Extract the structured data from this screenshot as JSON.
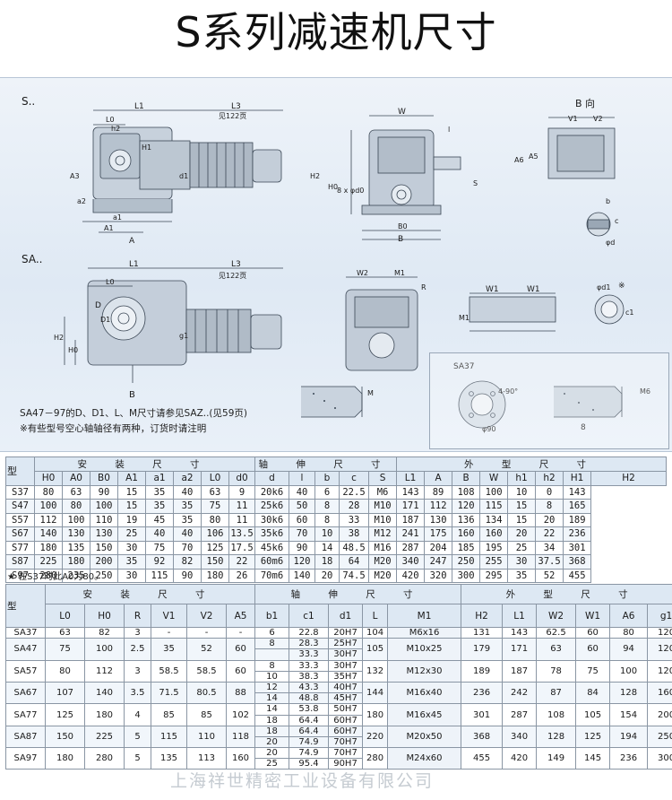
{
  "page": {
    "title": "S系列减速机尺寸",
    "watermark": "上海祥世精密工业设备有限公司"
  },
  "drawing": {
    "labels": {
      "s_series": "S..",
      "sa_series": "SA..",
      "b_view": "B 向",
      "L1": "L1",
      "L3": "L3",
      "see_page": "见122页",
      "L0": "L0",
      "h2": "h2",
      "H1": "H1",
      "A3": "A3",
      "a2": "a2",
      "a1": "a1",
      "A1": "A1",
      "A": "A",
      "d1": "d1",
      "W": "W",
      "l": "l",
      "H0": "H0",
      "H2": "H2",
      "holes": "8 x φd0",
      "S": "S",
      "B0": "B0",
      "B": "B",
      "V1": "V1",
      "V2": "V2",
      "A6": "A6",
      "A5": "A5",
      "b": "b",
      "c": "c",
      "d": "φd",
      "D": "D",
      "D1": "D1",
      "g1": "g1",
      "W2": "W2",
      "M1": "M1",
      "R": "R",
      "W1": "W1",
      "phi_d1": "φd1",
      "c1": "c1",
      "star": "※",
      "sa37": "SA37",
      "angle": "4-90°",
      "phi90": "φ90",
      "M6": "M6",
      "num8": "8",
      "M": "M",
      "B_arrow": "B"
    },
    "notes": [
      "SA47－97的D、D1、L、M尺寸请参见SAZ..(见59页)",
      "※有些型号空心轴轴径有两种，订货时请注明"
    ]
  },
  "table1": {
    "model_label": "型 号",
    "groups": [
      {
        "label": "安 装 尺 寸",
        "span": 7
      },
      {
        "label": "轴 伸 尺 寸",
        "span": 5
      },
      {
        "label": "外 型 尺 寸",
        "span": 7
      }
    ],
    "columns": [
      "H0",
      "A0",
      "B0",
      "A1",
      "a1",
      "a2",
      "L0",
      "d0",
      "d",
      "l",
      "b",
      "c",
      "S",
      "L1",
      "A",
      "B",
      "W",
      "h1",
      "h2",
      "H1",
      "H2"
    ],
    "rows": [
      [
        "S37",
        "80",
        "63",
        "90",
        "15",
        "35",
        "40",
        "63",
        "9",
        "20k6",
        "40",
        "6",
        "22.5",
        "M6",
        "143",
        "89",
        "108",
        "100",
        "10",
        "0",
        "143"
      ],
      [
        "S47",
        "100",
        "80",
        "100",
        "15",
        "35",
        "35",
        "75",
        "11",
        "25k6",
        "50",
        "8",
        "28",
        "M10",
        "171",
        "112",
        "120",
        "115",
        "15",
        "8",
        "165"
      ],
      [
        "S57",
        "112",
        "100",
        "110",
        "19",
        "45",
        "35",
        "80",
        "11",
        "30k6",
        "60",
        "8",
        "33",
        "M10",
        "187",
        "130",
        "136",
        "134",
        "15",
        "20",
        "189"
      ],
      [
        "S67",
        "140",
        "130",
        "130",
        "25",
        "40",
        "40",
        "106",
        "13.5",
        "35k6",
        "70",
        "10",
        "38",
        "M12",
        "241",
        "175",
        "160",
        "160",
        "20",
        "22",
        "236"
      ],
      [
        "S77",
        "180",
        "135",
        "150",
        "30",
        "75",
        "70",
        "125",
        "17.5",
        "45k6",
        "90",
        "14",
        "48.5",
        "M16",
        "287",
        "204",
        "185",
        "195",
        "25",
        "34",
        "301"
      ],
      [
        "S87",
        "225",
        "180",
        "200",
        "35",
        "92",
        "82",
        "150",
        "22",
        "60m6",
        "120",
        "18",
        "64",
        "M20",
        "340",
        "247",
        "250",
        "255",
        "30",
        "37.5",
        "368"
      ],
      [
        "S97",
        "280",
        "235",
        "250",
        "30",
        "115",
        "90",
        "180",
        "26",
        "70m6",
        "140",
        "20",
        "74.5",
        "M20",
        "420",
        "320",
        "300",
        "295",
        "35",
        "52",
        "455"
      ]
    ]
  },
  "footnote1": "★ 在S37时此A0为80。",
  "table2": {
    "model_label": "型 号",
    "groups": [
      {
        "label": "安 装 尺 寸",
        "span": 6
      },
      {
        "label": "轴 伸 尺 寸",
        "span": 5
      },
      {
        "label": "外 型 尺 寸",
        "span": 6
      }
    ],
    "columns": [
      "L0",
      "H0",
      "R",
      "V1",
      "V2",
      "A5",
      "b1",
      "c1",
      "d1",
      "L",
      "M1",
      "H2",
      "L1",
      "W2",
      "W1",
      "A6",
      "g1"
    ],
    "models": [
      {
        "model": "SA37",
        "L0": "63",
        "H0": "82",
        "R": "3",
        "V1": "-",
        "V2": "-",
        "A5": "-",
        "sub": [
          {
            "b1": "6",
            "c1": "22.8",
            "d1": "20H7"
          }
        ],
        "L": "104",
        "M1": "M6x16",
        "H2": "131",
        "L1": "143",
        "W2": "62.5",
        "W1": "60",
        "A6": "80",
        "g1": "120"
      },
      {
        "model": "SA47",
        "L0": "75",
        "H0": "100",
        "R": "2.5",
        "V1": "35",
        "V2": "52",
        "A5": "60",
        "sub": [
          {
            "b1": "8",
            "c1": "28.3",
            "d1": "25H7"
          },
          {
            "b1": "",
            "c1": "33.3",
            "d1": "30H7"
          }
        ],
        "L": "105",
        "M1": "M10x25",
        "H2": "179",
        "L1": "171",
        "W2": "63",
        "W1": "60",
        "A6": "94",
        "g1": "120"
      },
      {
        "model": "SA57",
        "L0": "80",
        "H0": "112",
        "R": "3",
        "V1": "58.5",
        "V2": "58.5",
        "A5": "60",
        "sub": [
          {
            "b1": "8",
            "c1": "33.3",
            "d1": "30H7"
          },
          {
            "b1": "10",
            "c1": "38.3",
            "d1": "35H7"
          }
        ],
        "L": "132",
        "M1": "M12x30",
        "H2": "189",
        "L1": "187",
        "W2": "78",
        "W1": "75",
        "A6": "100",
        "g1": "120"
      },
      {
        "model": "SA67",
        "L0": "107",
        "H0": "140",
        "R": "3.5",
        "V1": "71.5",
        "V2": "80.5",
        "A5": "88",
        "sub": [
          {
            "b1": "12",
            "c1": "43.3",
            "d1": "40H7"
          },
          {
            "b1": "14",
            "c1": "48.8",
            "d1": "45H7"
          }
        ],
        "L": "144",
        "M1": "M16x40",
        "H2": "236",
        "L1": "242",
        "W2": "87",
        "W1": "84",
        "A6": "128",
        "g1": "160"
      },
      {
        "model": "SA77",
        "L0": "125",
        "H0": "180",
        "R": "4",
        "V1": "85",
        "V2": "85",
        "A5": "102",
        "sub": [
          {
            "b1": "14",
            "c1": "53.8",
            "d1": "50H7"
          },
          {
            "b1": "18",
            "c1": "64.4",
            "d1": "60H7"
          }
        ],
        "L": "180",
        "M1": "M16x45",
        "H2": "301",
        "L1": "287",
        "W2": "108",
        "W1": "105",
        "A6": "154",
        "g1": "200"
      },
      {
        "model": "SA87",
        "L0": "150",
        "H0": "225",
        "R": "5",
        "V1": "115",
        "V2": "110",
        "A5": "118",
        "sub": [
          {
            "b1": "18",
            "c1": "64.4",
            "d1": "60H7"
          },
          {
            "b1": "20",
            "c1": "74.9",
            "d1": "70H7"
          }
        ],
        "L": "220",
        "M1": "M20x50",
        "H2": "368",
        "L1": "340",
        "W2": "128",
        "W1": "125",
        "A6": "194",
        "g1": "250"
      },
      {
        "model": "SA97",
        "L0": "180",
        "H0": "280",
        "R": "5",
        "V1": "135",
        "V2": "113",
        "A5": "160",
        "sub": [
          {
            "b1": "20",
            "c1": "74.9",
            "d1": "70H7"
          },
          {
            "b1": "25",
            "c1": "95.4",
            "d1": "90H7"
          }
        ],
        "L": "280",
        "M1": "M24x60",
        "H2": "455",
        "L1": "420",
        "W2": "149",
        "W1": "145",
        "A6": "236",
        "g1": "300"
      }
    ]
  }
}
